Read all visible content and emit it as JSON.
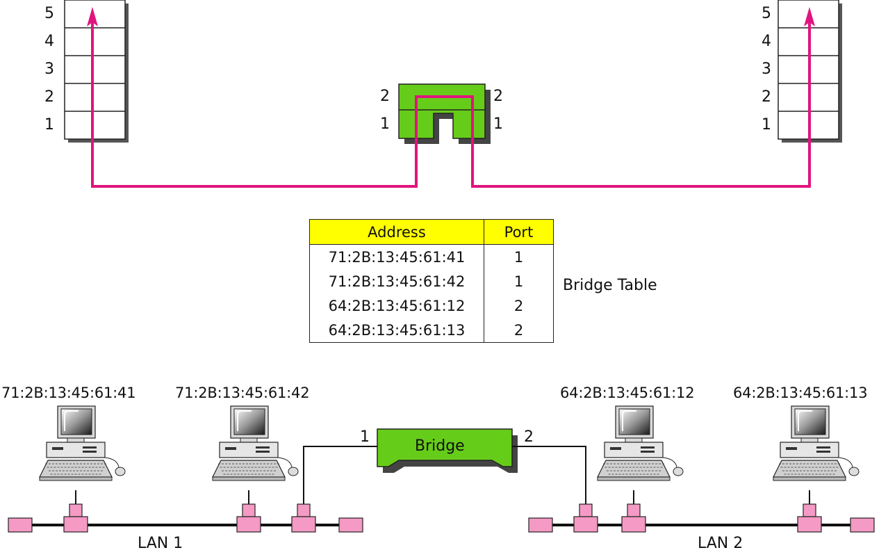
{
  "stacks": {
    "layers": [
      "5",
      "4",
      "3",
      "2",
      "1"
    ]
  },
  "bridge_box": {
    "left_labels": [
      "2",
      "1"
    ],
    "right_labels": [
      "2",
      "1"
    ]
  },
  "bridge_table": {
    "headers": [
      "Address",
      "Port"
    ],
    "rows": [
      [
        "71:2B:13:45:61:41",
        "1"
      ],
      [
        "71:2B:13:45:61:42",
        "1"
      ],
      [
        "64:2B:13:45:61:12",
        "2"
      ],
      [
        "64:2B:13:45:61:13",
        "2"
      ]
    ],
    "caption": "Bridge Table"
  },
  "hosts": {
    "h1": "71:2B:13:45:61:41",
    "h2": "71:2B:13:45:61:42",
    "h3": "64:2B:13:45:61:12",
    "h4": "64:2B:13:45:61:13"
  },
  "bridge": {
    "label": "Bridge",
    "port1": "1",
    "port2": "2"
  },
  "lans": {
    "lan1": "LAN 1",
    "lan2": "LAN 2"
  },
  "colors": {
    "path": "#e0147e",
    "bridge_fill": "#66cc1a",
    "table_header": "#ffff00",
    "connector": "#f49ac4"
  }
}
